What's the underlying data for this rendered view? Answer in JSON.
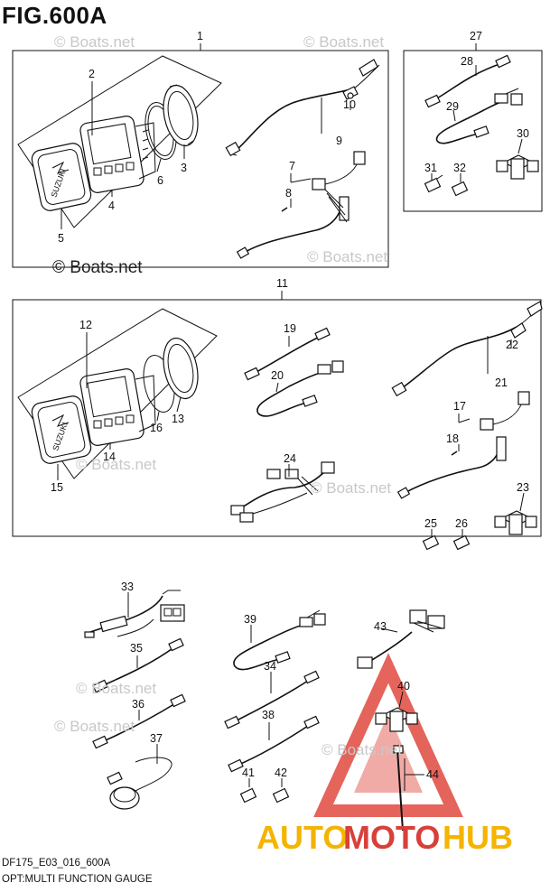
{
  "figure": {
    "title": "FIG.600A",
    "code": "DF175_E03_016_600A",
    "caption": "OPT:MULTI FUNCTION GAUGE"
  },
  "watermarks": {
    "site": "© Boats.net",
    "brand_prefix": "AUTO",
    "brand_mid": "MOTO",
    "brand_suffix": "HUB",
    "brand_colors": {
      "auto": "#f4b400",
      "moto": "#d8403a",
      "hub": "#f4b400",
      "triangle": "#e04a3f"
    }
  },
  "callouts": {
    "c1": "1",
    "c2": "2",
    "c3": "3",
    "c4": "4",
    "c5": "5",
    "c6": "6",
    "c7": "7",
    "c8": "8",
    "c9": "9",
    "c10": "10",
    "c11": "11",
    "c12": "12",
    "c13": "13",
    "c14": "14",
    "c15": "15",
    "c16": "16",
    "c17": "17",
    "c18": "18",
    "c19": "19",
    "c20": "20",
    "c21": "21",
    "c22": "22",
    "c23": "23",
    "c24": "24",
    "c25": "25",
    "c26": "26",
    "c27": "27",
    "c28": "28",
    "c29": "29",
    "c30": "30",
    "c31": "31",
    "c32": "32",
    "c33": "33",
    "c34": "34",
    "c35": "35",
    "c36": "36",
    "c37": "37",
    "c38": "38",
    "c39": "39",
    "c40": "40",
    "c41": "41",
    "c42": "42",
    "c43": "43",
    "c44": "44"
  }
}
